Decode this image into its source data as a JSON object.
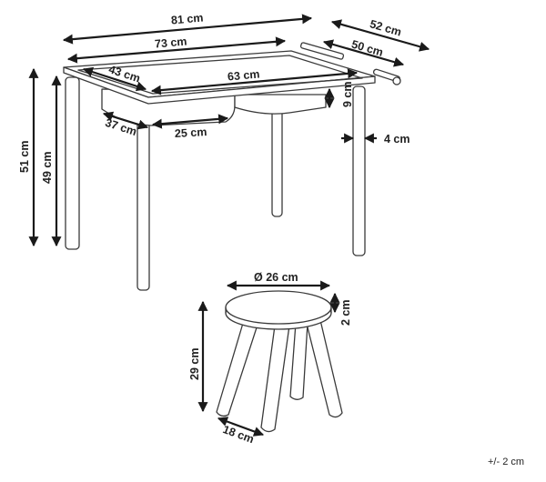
{
  "table": {
    "outer_width": "81 cm",
    "outer_depth": "52 cm",
    "top_width": "73 cm",
    "top_depth": "50 cm",
    "tray_depth": "43 cm",
    "tray_width": "63 cm",
    "tray_height": "9 cm",
    "drawer_depth": "37 cm",
    "drawer_width": "25 cm",
    "leg_width": "4 cm",
    "total_height": "51 cm",
    "leg_height": "49 cm"
  },
  "stool": {
    "diameter": "Ø 26 cm",
    "seat_thickness": "2 cm",
    "height": "29 cm",
    "leg_spread": "18 cm"
  },
  "tolerance": "+/- 2 cm"
}
